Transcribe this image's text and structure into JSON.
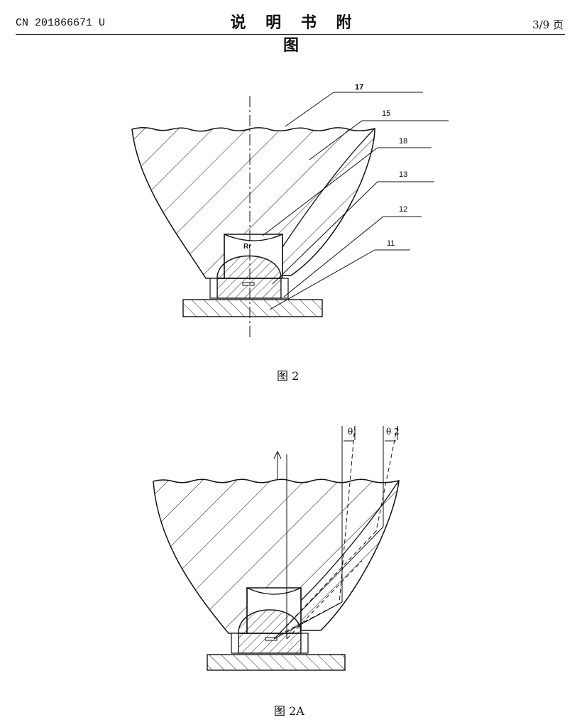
{
  "header": {
    "doc_number": "CN 201866671 U",
    "section_title": "说 明 书 附 图",
    "page": "3/9 页"
  },
  "figure_2": {
    "caption": "图 2",
    "labels": [
      "17",
      "15",
      "18",
      "13",
      "12",
      "11"
    ]
  },
  "figure_2a": {
    "caption": "图 2A",
    "angle_labels": [
      "θ",
      "θ 2"
    ]
  }
}
